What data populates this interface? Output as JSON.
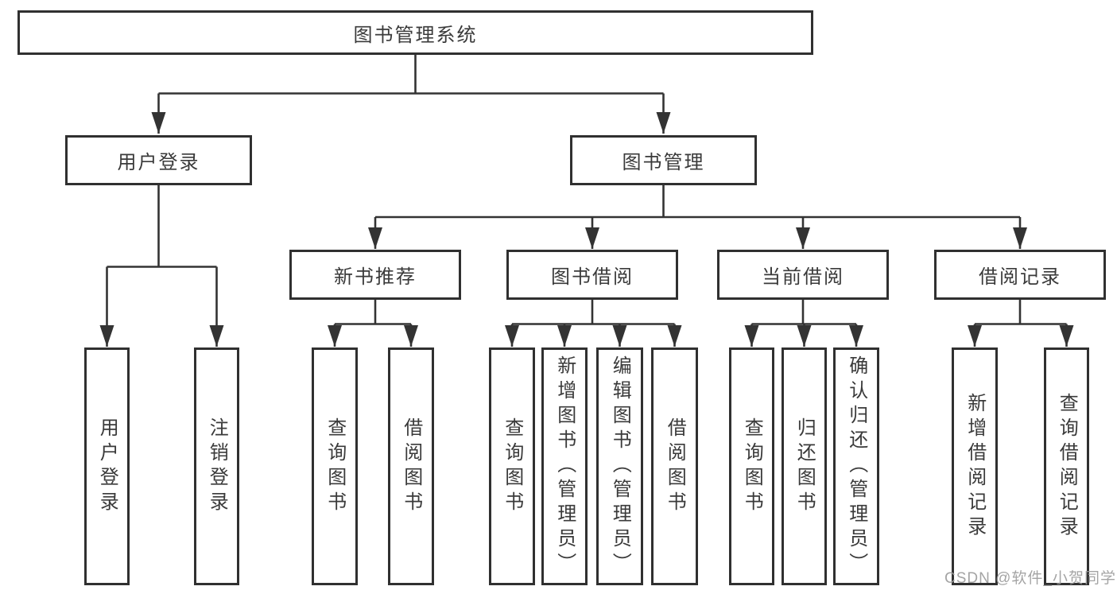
{
  "tree": {
    "label": "图书管理系统",
    "children": [
      {
        "label": "用户登录",
        "children": [
          {
            "label": "用户登录"
          },
          {
            "label": "注销登录"
          }
        ]
      },
      {
        "label": "图书管理",
        "children": [
          {
            "label": "新书推荐",
            "children": [
              {
                "label": "查询图书"
              },
              {
                "label": "借阅图书"
              }
            ]
          },
          {
            "label": "图书借阅",
            "children": [
              {
                "label": "查询图书"
              },
              {
                "label": "新增图书（管理员）"
              },
              {
                "label": "编辑图书（管理员）"
              },
              {
                "label": "借阅图书"
              }
            ]
          },
          {
            "label": "当前借阅",
            "children": [
              {
                "label": "查询图书"
              },
              {
                "label": "归还图书"
              },
              {
                "label": "确认归还（管理员）"
              }
            ]
          },
          {
            "label": "借阅记录",
            "children": [
              {
                "label": "新增借阅记录"
              },
              {
                "label": "查询借阅记录"
              }
            ]
          }
        ]
      }
    ]
  },
  "watermark": {
    "text": "CSDN @软件_小贺同学"
  },
  "colors": {
    "line": "#333333",
    "box_border": "#303030",
    "text": "#3a3a3a",
    "watermark": "#9b9b9b",
    "background": "#ffffff"
  }
}
